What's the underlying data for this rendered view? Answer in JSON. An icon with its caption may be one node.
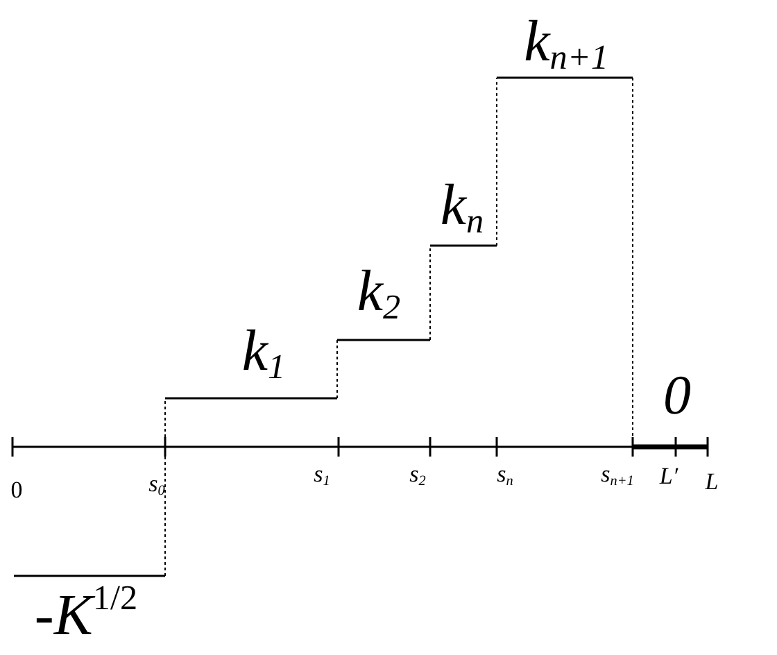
{
  "diagram": {
    "labels": [
      "k$_{n+1}$",
      "k$_{n}$",
      "k$_{2}$",
      "k$_{1}$",
      "0",
      "0",
      "s$_{0}$",
      "s$_{1}$",
      "s$_{2}$",
      "s$_{n}$",
      "s$_{n+1}$",
      "L′",
      "L",
      "-K$^{1/2}$"
    ]
  }
}
